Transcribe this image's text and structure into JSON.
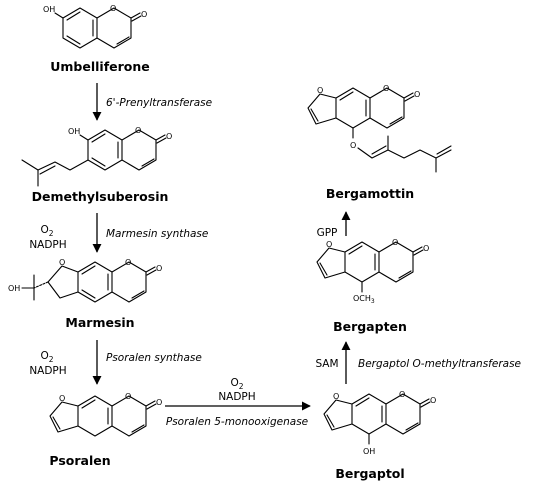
{
  "compounds": {
    "umbelliferone": "Umbelliferone",
    "demethylsuberosin": "Demethylsuberosin",
    "marmesin": "Marmesin",
    "psoralen": "Psoralen",
    "bergaptol": "Bergaptol",
    "bergapten": "Bergapten",
    "bergamottin": "Bergamottin"
  },
  "enzymes": {
    "prenyltransferase": "6'-Prenyltransferase",
    "marmesin_synthase": "Marmesin synthase",
    "psoralen_synthase": "Psoralen synthase",
    "psoralen_5_monooxygenase": "Psoralen 5-monooxigenase",
    "bergaptol_omt": "Bergaptol O-methyltransferase"
  },
  "cofactors": {
    "o2": "O",
    "o2_sub": "2",
    "nadph": "NADPH",
    "sam": "SAM",
    "gpp": "GPP"
  },
  "atoms": {
    "oh": "OH",
    "o": "O",
    "och3": "OCH",
    "och3_sub": "3"
  }
}
